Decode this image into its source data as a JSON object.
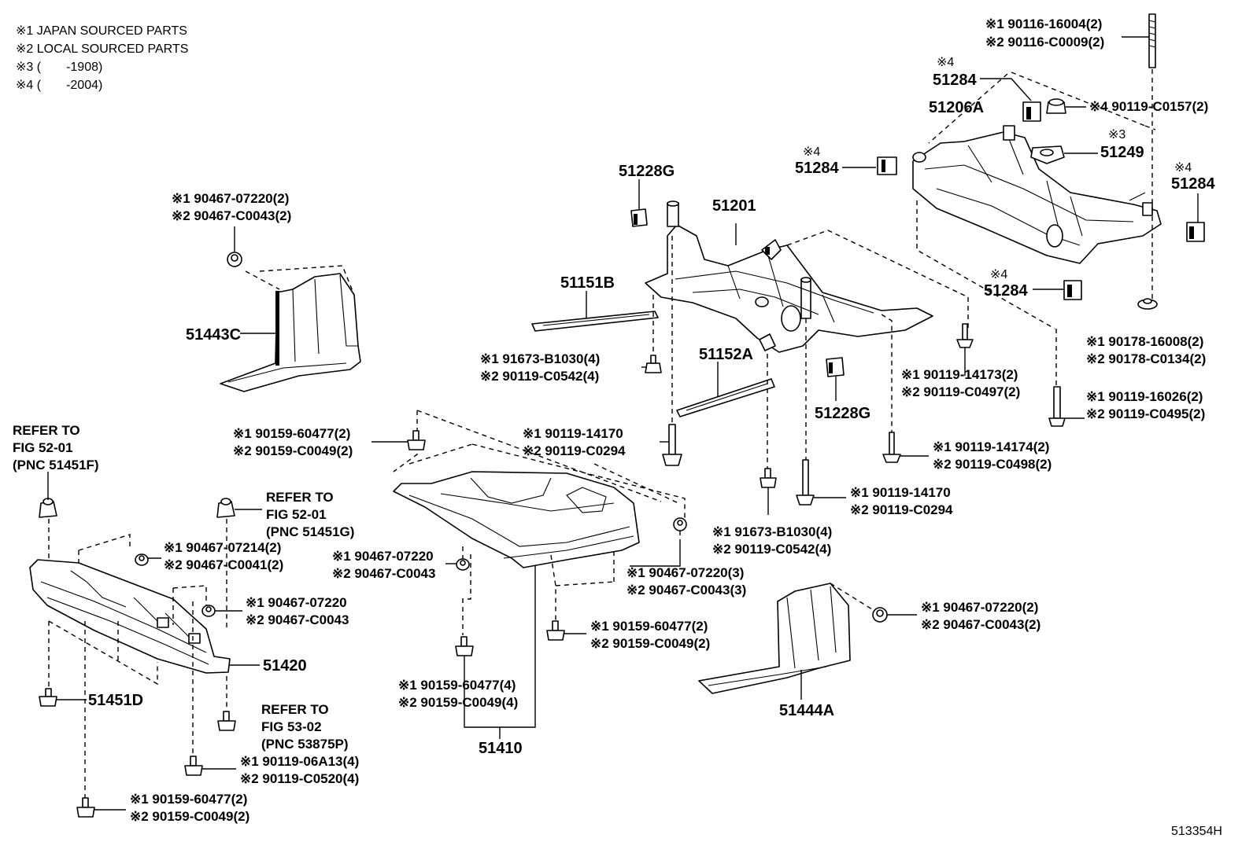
{
  "notes": [
    "※1 JAPAN SOURCED PARTS",
    "※2 LOCAL SOURCED PARTS",
    "※3 (　　-1908)",
    "※4 (　　-2004)"
  ],
  "figure_id": "513354H",
  "labels": {
    "p90116": [
      "※1 90116-16004(2)",
      "※2 90116-C0009(2)"
    ],
    "p51284a": [
      "※4",
      "51284"
    ],
    "p51206A": "51206A",
    "p90119_C0157": "※4 90119-C0157(2)",
    "p51249": [
      "※3",
      "51249"
    ],
    "p51284b": [
      "※4",
      "51284"
    ],
    "p51284c": [
      "※4",
      "51284"
    ],
    "p51284d": [
      "※4",
      "51284"
    ],
    "p51228G_a": "51228G",
    "p51201": "51201",
    "p90467_top": [
      "※1 90467-07220(2)",
      "※2 90467-C0043(2)"
    ],
    "p51443C": "51443C",
    "p51151B": "51151B",
    "p91673_a": [
      "※1 91673-B1030(4)",
      "※2 90119-C0542(4)"
    ],
    "p51152A": "51152A",
    "p51228G_b": "51228G",
    "p90119_14173": [
      "※1 90119-14173(2)",
      "※2 90119-C0497(2)"
    ],
    "p90178": [
      "※1 90178-16008(2)",
      "※2 90178-C0134(2)"
    ],
    "p90119_16026": [
      "※1 90119-16026(2)",
      "※2 90119-C0495(2)"
    ],
    "p90119_14174": [
      "※1 90119-14174(2)",
      "※2 90119-C0498(2)"
    ],
    "p90159_top": [
      "※1 90159-60477(2)",
      "※2 90159-C0049(2)"
    ],
    "p90119_14170_a": [
      "※1 90119-14170",
      "※2 90119-C0294"
    ],
    "p90119_14170_b": [
      "※1 90119-14170",
      "※2 90119-C0294"
    ],
    "refer_52_01_F": [
      "REFER TO",
      "FIG 52-01",
      "(PNC 51451F)"
    ],
    "refer_52_01_G": [
      "REFER TO",
      "FIG 52-01",
      "(PNC 51451G)"
    ],
    "p90467_07214": [
      "※1 90467-07214(2)",
      "※2 90467-C0041(2)"
    ],
    "p90467_mid": [
      "※1 90467-07220",
      "※2 90467-C0043"
    ],
    "p90467_left": [
      "※1 90467-07220",
      "※2 90467-C0043"
    ],
    "p91673_b": [
      "※1 91673-B1030(4)",
      "※2 90119-C0542(4)"
    ],
    "p90467_3": [
      "※1 90467-07220(3)",
      "※2 90467-C0043(3)"
    ],
    "p90467_right": [
      "※1 90467-07220(2)",
      "※2 90467-C0043(2)"
    ],
    "p51420": "51420",
    "p51451D": "51451D",
    "refer_53_02": [
      "REFER TO",
      "FIG 53-02",
      "(PNC 53875P)"
    ],
    "p90159_mid": [
      "※1 90159-60477(2)",
      "※2 90159-C0049(2)"
    ],
    "p90159_4": [
      "※1 90159-60477(4)",
      "※2 90159-C0049(4)"
    ],
    "p51410": "51410",
    "p51444A": "51444A",
    "p90119_06A13": [
      "※1 90119-06A13(4)",
      "※2 90119-C0520(4)"
    ],
    "p90159_bottom": [
      "※1 90159-60477(2)",
      "※2 90159-C0049(2)"
    ]
  }
}
